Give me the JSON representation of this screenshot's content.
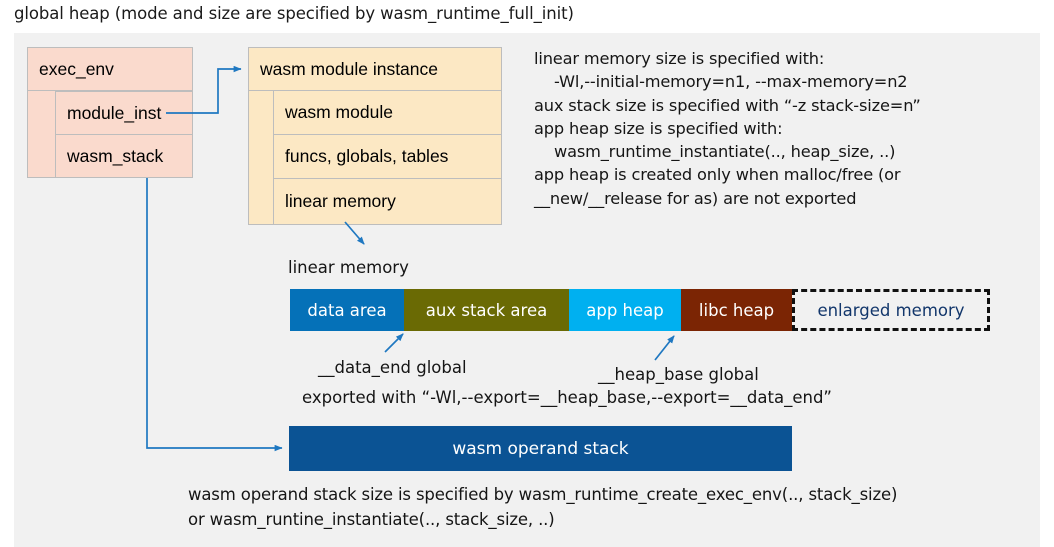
{
  "title": "global heap (mode and size are specified by wasm_runtime_full_init)",
  "colors": {
    "panel_bg": "#f1f1f1",
    "exec_env_fill": "#fadacd",
    "module_inst_fill": "#fce8c4",
    "box_border": "#bdbdbd",
    "connector": "#1f78c1",
    "data_area": "#0571b8",
    "aux_stack_area": "#6a6a04",
    "app_heap": "#00b0f0",
    "libc_heap": "#7b2504",
    "enlarged_memory_border": "#111111",
    "enlarged_memory_text": "#12366b",
    "operand_stack": "#0b5394"
  },
  "exec_env": {
    "header": "exec_env",
    "fields": [
      {
        "label": "module_inst"
      },
      {
        "label": "wasm_stack"
      }
    ]
  },
  "module_instance": {
    "header": "wasm module instance",
    "fields": [
      {
        "label": "wasm module"
      },
      {
        "label": "funcs, globals, tables"
      },
      {
        "label": "linear memory"
      }
    ]
  },
  "info_note": "linear memory size is specified with:\n    -Wl,--initial-memory=n1, --max-memory=n2\naux stack size is specified with “-z stack-size=n”\napp heap size is specified with:\n    wasm_runtime_instantiate(.., heap_size, ..)\napp heap is created only when malloc/free (or\n__new/__release for as) are not exported",
  "linear_memory": {
    "label": "linear memory",
    "segments": [
      {
        "label": "data area",
        "color": "#0571b8",
        "width": 114
      },
      {
        "label": "aux stack area",
        "color": "#6a6a04",
        "width": 165
      },
      {
        "label": "app heap",
        "color": "#00b0f0",
        "width": 112
      },
      {
        "label": "libc heap",
        "color": "#7b2504",
        "width": 111
      },
      {
        "label": "enlarged memory",
        "color": "#f1f1f1",
        "width": 198
      }
    ]
  },
  "annotations": {
    "data_end": "__data_end global",
    "heap_base": "__heap_base global",
    "exported_with": "exported with “-Wl,--export=__heap_base,--export=__data_end”"
  },
  "operand_stack": {
    "label": "wasm operand stack",
    "note": "wasm operand stack size is specified by wasm_runtime_create_exec_env(.., stack_size)\nor wasm_runtine_instantiate(.., stack_size, ..)"
  }
}
